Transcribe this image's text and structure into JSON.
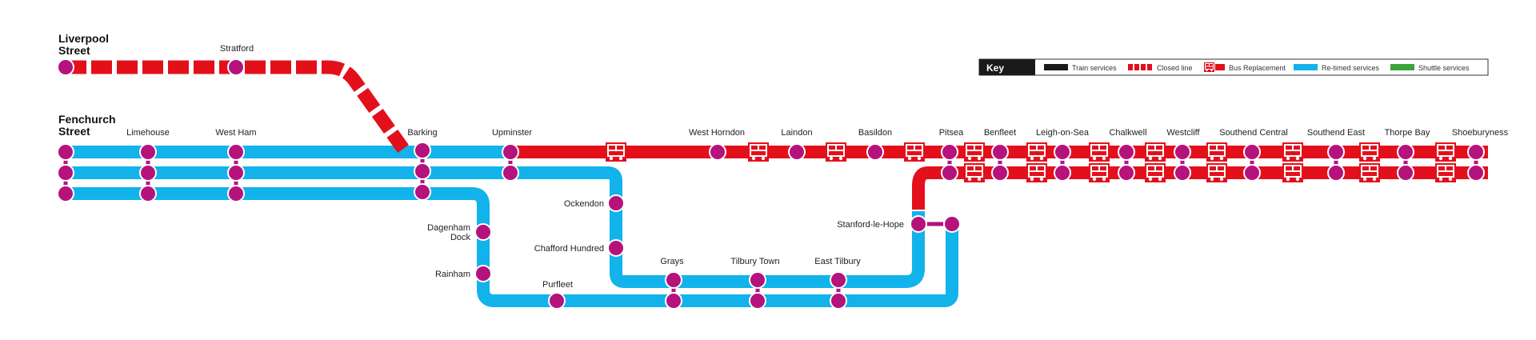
{
  "colors": {
    "closed": "#e3101c",
    "retimed": "#12b3ea",
    "train": "#1a1a1a",
    "shuttle": "#3aa53a",
    "station": "#b5127c"
  },
  "terminals": {
    "liverpool_street": [
      "Liverpool",
      "Street"
    ],
    "fenchurch_street": [
      "Fenchurch",
      "Street"
    ]
  },
  "stations": {
    "stratford": "Stratford",
    "limehouse": "Limehouse",
    "west_ham": "West Ham",
    "barking": "Barking",
    "upminster": "Upminster",
    "west_horndon": "West Horndon",
    "laindon": "Laindon",
    "basildon": "Basildon",
    "pitsea": "Pitsea",
    "benfleet": "Benfleet",
    "leigh_on_sea": "Leigh-on-Sea",
    "chalkwell": "Chalkwell",
    "westcliff": "Westcliff",
    "southend_central": "Southend Central",
    "southend_east": "Southend East",
    "thorpe_bay": "Thorpe Bay",
    "shoeburyness": "Shoeburyness",
    "ockendon": "Ockendon",
    "chafford_hundred": "Chafford Hundred",
    "dagenham_dock": [
      "Dagenham",
      "Dock"
    ],
    "rainham": "Rainham",
    "purfleet": "Purfleet",
    "grays": "Grays",
    "tilbury_town": "Tilbury Town",
    "east_tilbury": "East Tilbury",
    "stanford_le_hope": "Stanford-le-Hope"
  },
  "key": {
    "title": "Key",
    "items": [
      {
        "label": "Train services",
        "style": "train"
      },
      {
        "label": "Closed line",
        "style": "closed-dashed"
      },
      {
        "label": "Bus Replacement",
        "style": "bus"
      },
      {
        "label": "Re-timed services",
        "style": "retimed"
      },
      {
        "label": "Shuttle services",
        "style": "shuttle"
      }
    ]
  }
}
